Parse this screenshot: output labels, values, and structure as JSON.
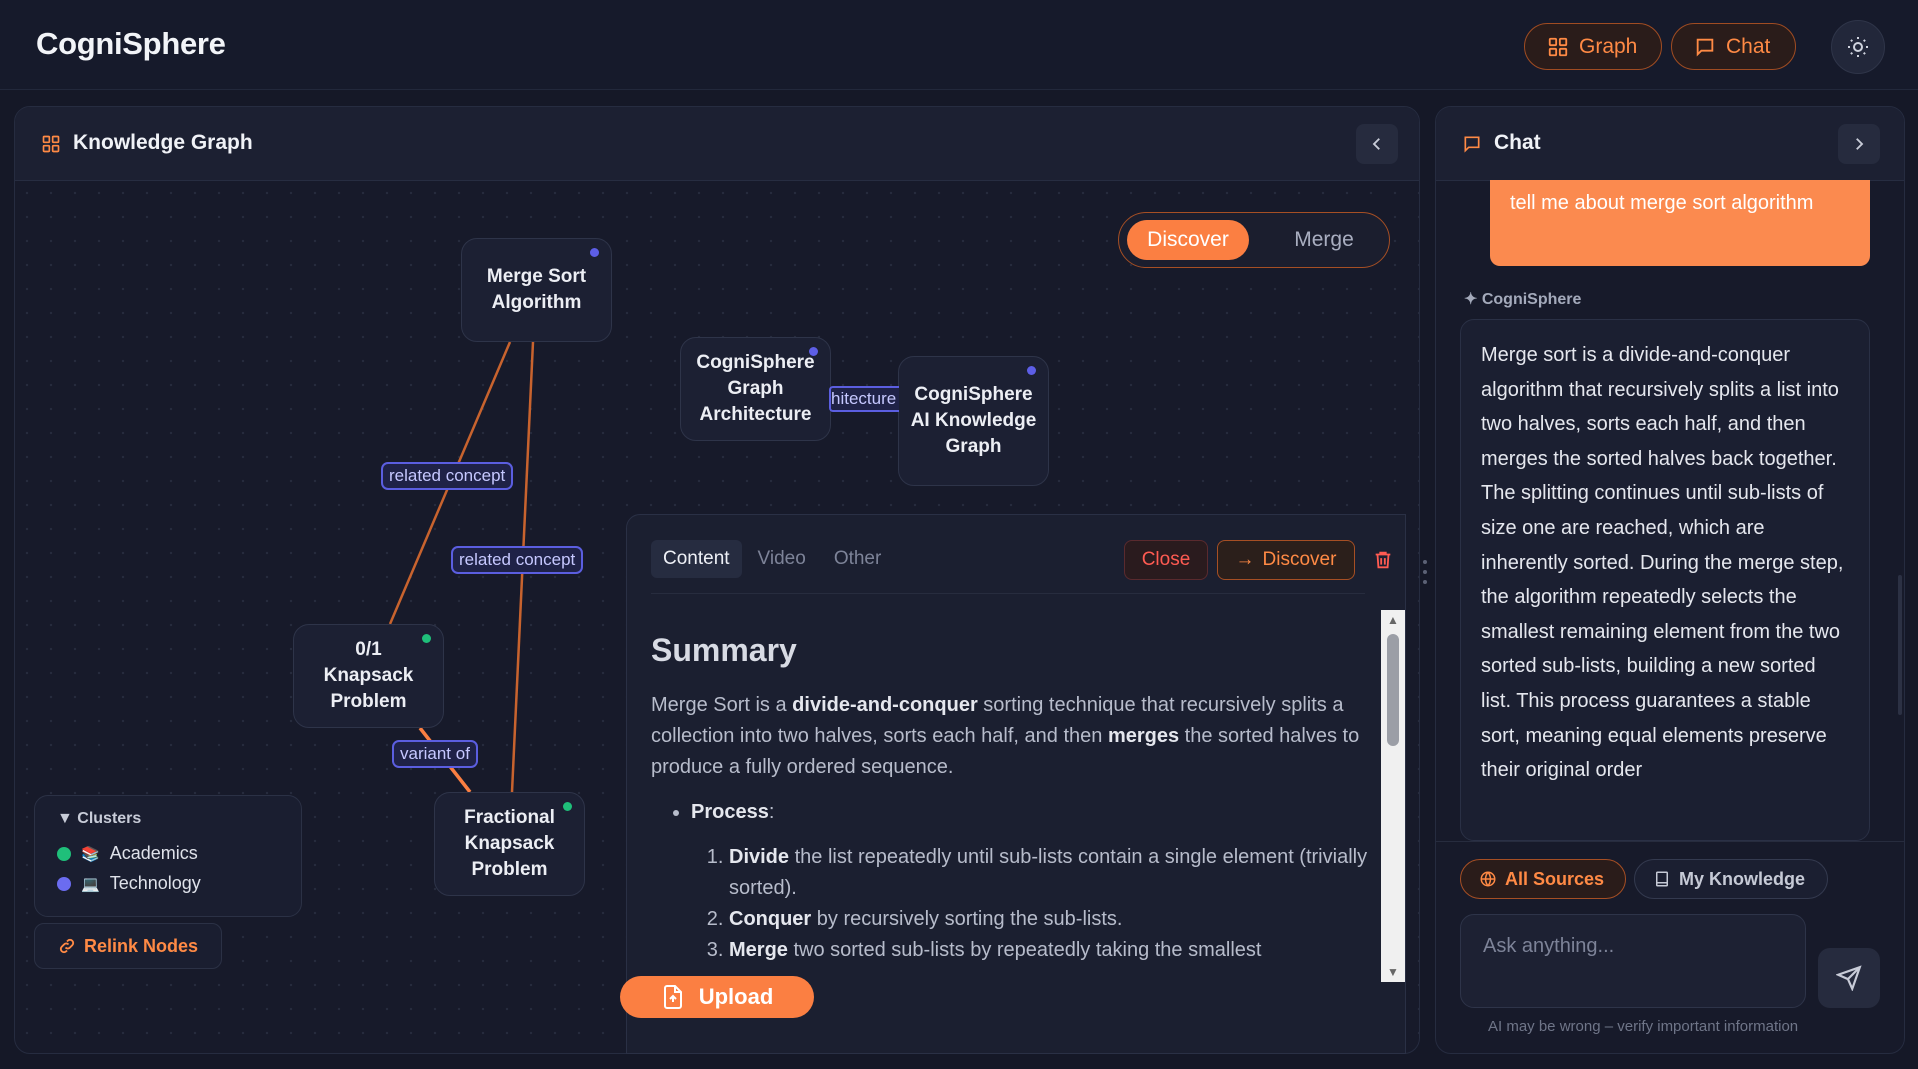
{
  "app": {
    "title": "CogniSphere"
  },
  "header": {
    "graph_label": "Graph",
    "chat_label": "Chat"
  },
  "graph_panel": {
    "title": "Knowledge Graph",
    "mode_toggle": {
      "active": "Discover",
      "inactive": "Merge"
    },
    "nodes": {
      "merge_sort": "Merge Sort Algorithm",
      "cognisphere_arch": "CogniSphere Graph Architecture",
      "cognisphere_ai": "CogniSphere AI Knowledge Graph",
      "knapsack_01": "0/1 Knapsack Problem",
      "fractional_knapsack": "Fractional Knapsack Problem"
    },
    "edge_labels": {
      "e1": "related concept",
      "e2": "related concept",
      "e3": "variant of",
      "e4": "hitecture"
    },
    "clusters": {
      "title": "Clusters",
      "items": [
        {
          "label": "Academics",
          "color": "#1fbf7a",
          "emoji": "📚"
        },
        {
          "label": "Technology",
          "color": "#6b6cf0",
          "emoji": "💻"
        }
      ]
    },
    "relink_label": "Relink Nodes",
    "upload_label": "Upload",
    "colors": {
      "accent": "#fb7f42",
      "edge": "#c8632e",
      "edge_label_border": "#5b5ee0"
    }
  },
  "detail": {
    "tabs": [
      "Content",
      "Video",
      "Other"
    ],
    "close_label": "Close",
    "discover_label": "Discover",
    "heading": "Summary",
    "p1_a": "Merge Sort is a ",
    "p1_b": "divide-and-conquer",
    "p1_c": " sorting technique that recursively splits a collection into two halves, sorts each half, and then ",
    "p1_d": "merges",
    "p1_e": " the sorted halves to produce a fully ordered sequence.",
    "process_label": "Process",
    "steps": [
      {
        "bold": "Divide",
        "text": " the list repeatedly until sub-lists contain a single element (trivially sorted)."
      },
      {
        "bold": "Conquer",
        "text": " by recursively sorting the sub-lists."
      },
      {
        "bold": "Merge",
        "text": " two sorted sub-lists by repeatedly taking the smallest"
      }
    ]
  },
  "chat_panel": {
    "title": "Chat",
    "user_message": "tell me about merge sort algorithm",
    "assistant_name": "✦ CogniSphere",
    "assistant_message": "Merge sort is a divide-and-conquer algorithm that recursively splits a list into two halves, sorts each half, and then merges the sorted halves back together. The splitting continues until sub-lists of size one are reached, which are inherently sorted. During the merge step, the algorithm repeatedly selects the smallest remaining element from the two sorted sub-lists, building a new sorted list. This process guarantees a stable sort, meaning equal elements preserve their original order",
    "all_sources_label": "All Sources",
    "my_knowledge_label": "My Knowledge",
    "input_placeholder": "Ask anything...",
    "disclaimer": "AI may be wrong – verify important information"
  }
}
